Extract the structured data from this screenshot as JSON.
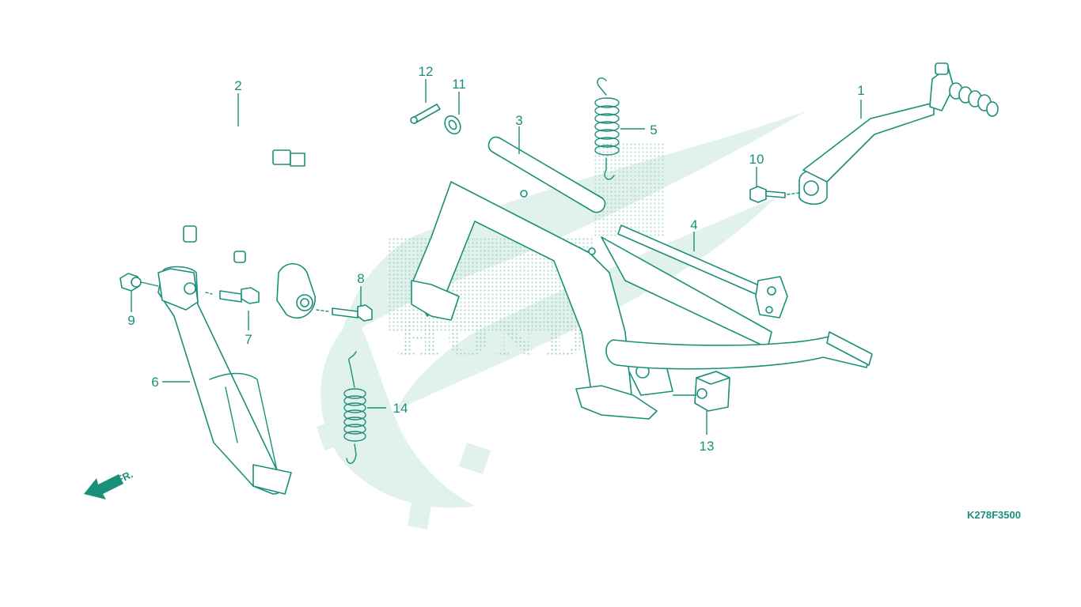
{
  "diagram": {
    "ref_code": "K278F3500",
    "direction_label": "FR.",
    "watermark_text": "HONDA",
    "accent_color": "#1a8f7a",
    "callouts": [
      "1",
      "2",
      "3",
      "4",
      "5",
      "6",
      "7",
      "8",
      "9",
      "10",
      "11",
      "12",
      "13",
      "14"
    ]
  }
}
